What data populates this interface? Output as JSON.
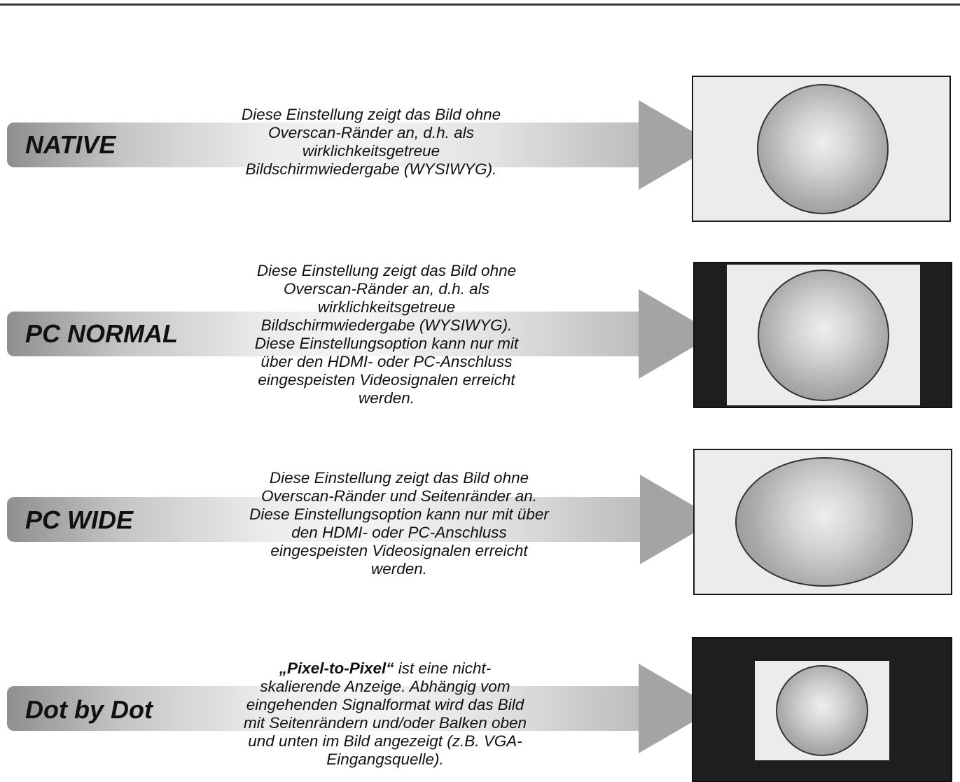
{
  "modes": [
    {
      "name": "NATIVE",
      "description": [
        "Diese Einstellung zeigt das Bild ohne",
        "Overscan-Ränder an, d.h. als",
        "wirklichkeitsgetreue",
        "Bildschirmwiedergabe (WYSIWYG)."
      ]
    },
    {
      "name": "PC NORMAL",
      "description": [
        "Diese Einstellung zeigt das Bild ohne",
        "Overscan-Ränder an, d.h. als",
        "wirklichkeitsgetreue",
        "Bildschirmwiedergabe (WYSIWYG).",
        "Diese Einstellungsoption kann nur mit",
        "über den HDMI- oder PC-Anschluss",
        "eingespeisten Videosignalen erreicht",
        "werden."
      ]
    },
    {
      "name": "PC WIDE",
      "description": [
        "Diese Einstellung zeigt das Bild ohne",
        "Overscan-Ränder und Seitenränder an.",
        "Diese Einstellungsoption kann nur mit über",
        "den HDMI- oder PC-Anschluss",
        "eingespeisten Videosignalen erreicht",
        "werden."
      ]
    },
    {
      "name": "Dot by Dot",
      "description_bold": "„Pixel-to-Pixel“",
      "description_first_rest": " ist eine nicht-",
      "description": [
        "skalierende Anzeige. Abhängig vom",
        "eingehenden Signalformat wird das Bild",
        "mit Seitenrändern und/oder Balken oben",
        "und unten im Bild angezeigt (z.B. VGA-",
        "Eingangsquelle)."
      ]
    }
  ]
}
